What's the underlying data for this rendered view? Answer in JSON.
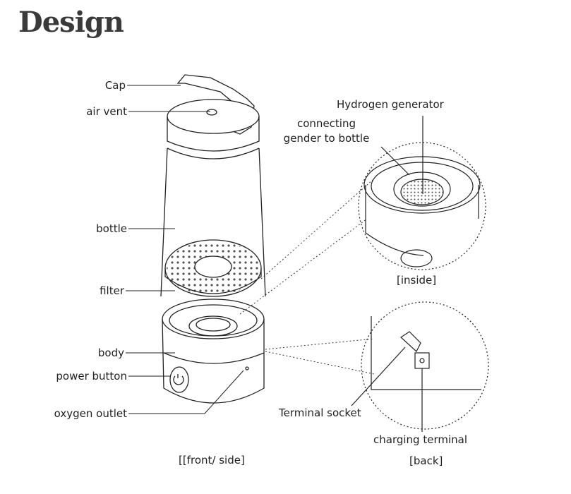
{
  "title": "Design",
  "labels": {
    "cap": "Cap",
    "air_vent": "air vent",
    "bottle": "bottle",
    "filter": "filter",
    "body": "body",
    "power_button": "power button",
    "oxygen_outlet": "oxygen outlet",
    "hydrogen_generator": "Hydrogen generator",
    "connecting_line1": "connecting",
    "connecting_line2": "gender to bottle",
    "terminal_socket": "Terminal socket",
    "charging_terminal": "charging terminal"
  },
  "captions": {
    "front_side": "[[front/ side]",
    "inside": "[inside]",
    "back": "[back]"
  },
  "colors": {
    "line": "#222222",
    "text": "#222222",
    "title": "#3a3a3a"
  },
  "icons": [
    "power-icon"
  ]
}
